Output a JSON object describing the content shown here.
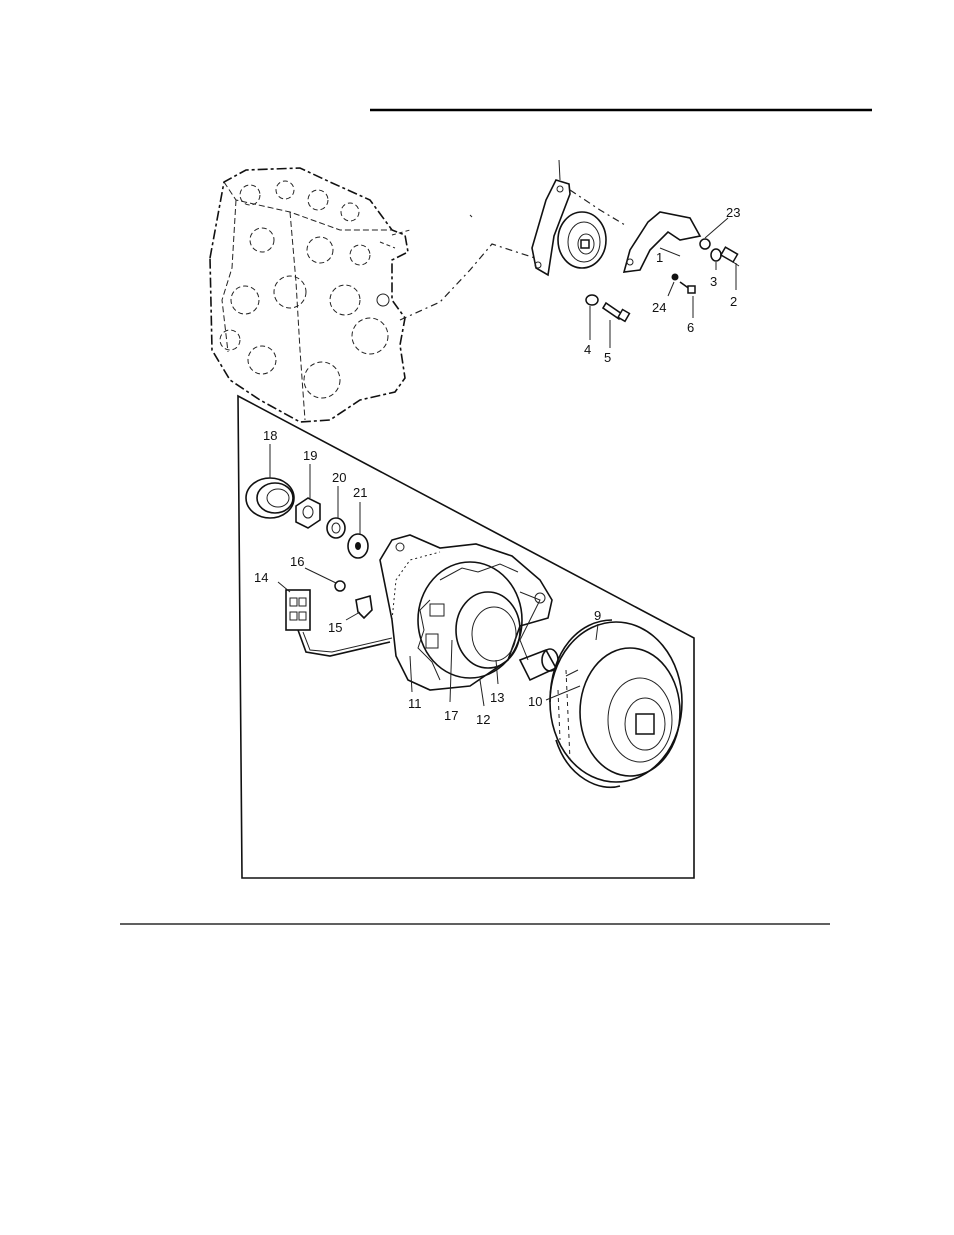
{
  "callouts": {
    "c1": "1",
    "c2": "2",
    "c3": "3",
    "c4": "4",
    "c5": "5",
    "c6": "6",
    "c9": "9",
    "c10": "10",
    "c11": "11",
    "c12": "12",
    "c13": "13",
    "c14": "14",
    "c15": "15",
    "c16": "16",
    "c17": "17",
    "c18": "18",
    "c19": "19",
    "c20": "20",
    "c21": "21",
    "c23": "23",
    "c24": "24"
  }
}
